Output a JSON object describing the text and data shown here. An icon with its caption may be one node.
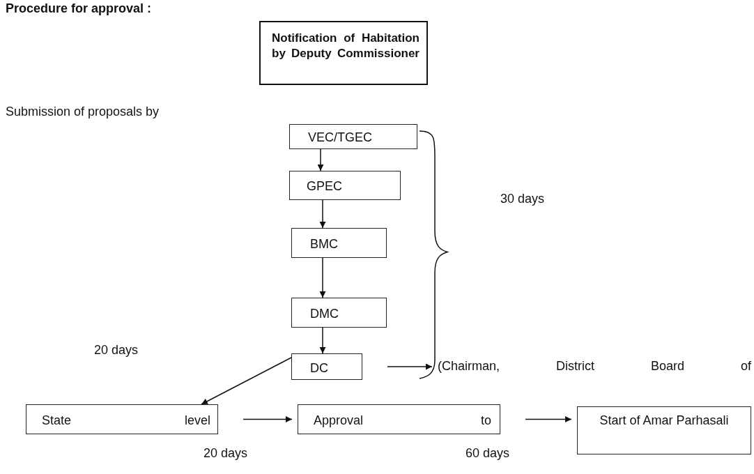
{
  "diagram": {
    "nodes": [
      {
        "text": [
          "Notification of Habitation by Deputy Commissioner"
        ]
      },
      {
        "text": [
          "VEC/TGEC"
        ]
      },
      {
        "text": [
          "GPEC"
        ]
      },
      {
        "text": [
          "BMC"
        ]
      },
      {
        "text": [
          "DMC"
        ]
      },
      {
        "text": [
          "DC"
        ]
      },
      {
        "text": [
          "(Chairman, District Board of"
        ]
      },
      {
        "text": [
          "State level"
        ]
      },
      {
        "text": [
          "Approval to"
        ]
      },
      {
        "text": [
          "Start of Amar Parhasali"
        ]
      }
    ],
    "edges": [
      {
        "from": 1,
        "to": 2,
        "arrow": "to"
      },
      {
        "from": 2,
        "to": 3,
        "arrow": "to"
      },
      {
        "from": 3,
        "to": 4,
        "arrow": "to"
      },
      {
        "from": 4,
        "to": 5,
        "arrow": "to"
      },
      {
        "from": 5,
        "to": 6,
        "arrow": "to"
      },
      {
        "from": 5,
        "to": 7,
        "arrow": "to"
      },
      {
        "from": 7,
        "to": 8,
        "arrow": "to"
      },
      {
        "from": 8,
        "to": 9,
        "arrow": "to"
      }
    ],
    "labels": [
      "Procedure for approval :",
      "Submission of proposals by",
      "30 days",
      "20 days",
      "20 days",
      "60 days"
    ]
  }
}
